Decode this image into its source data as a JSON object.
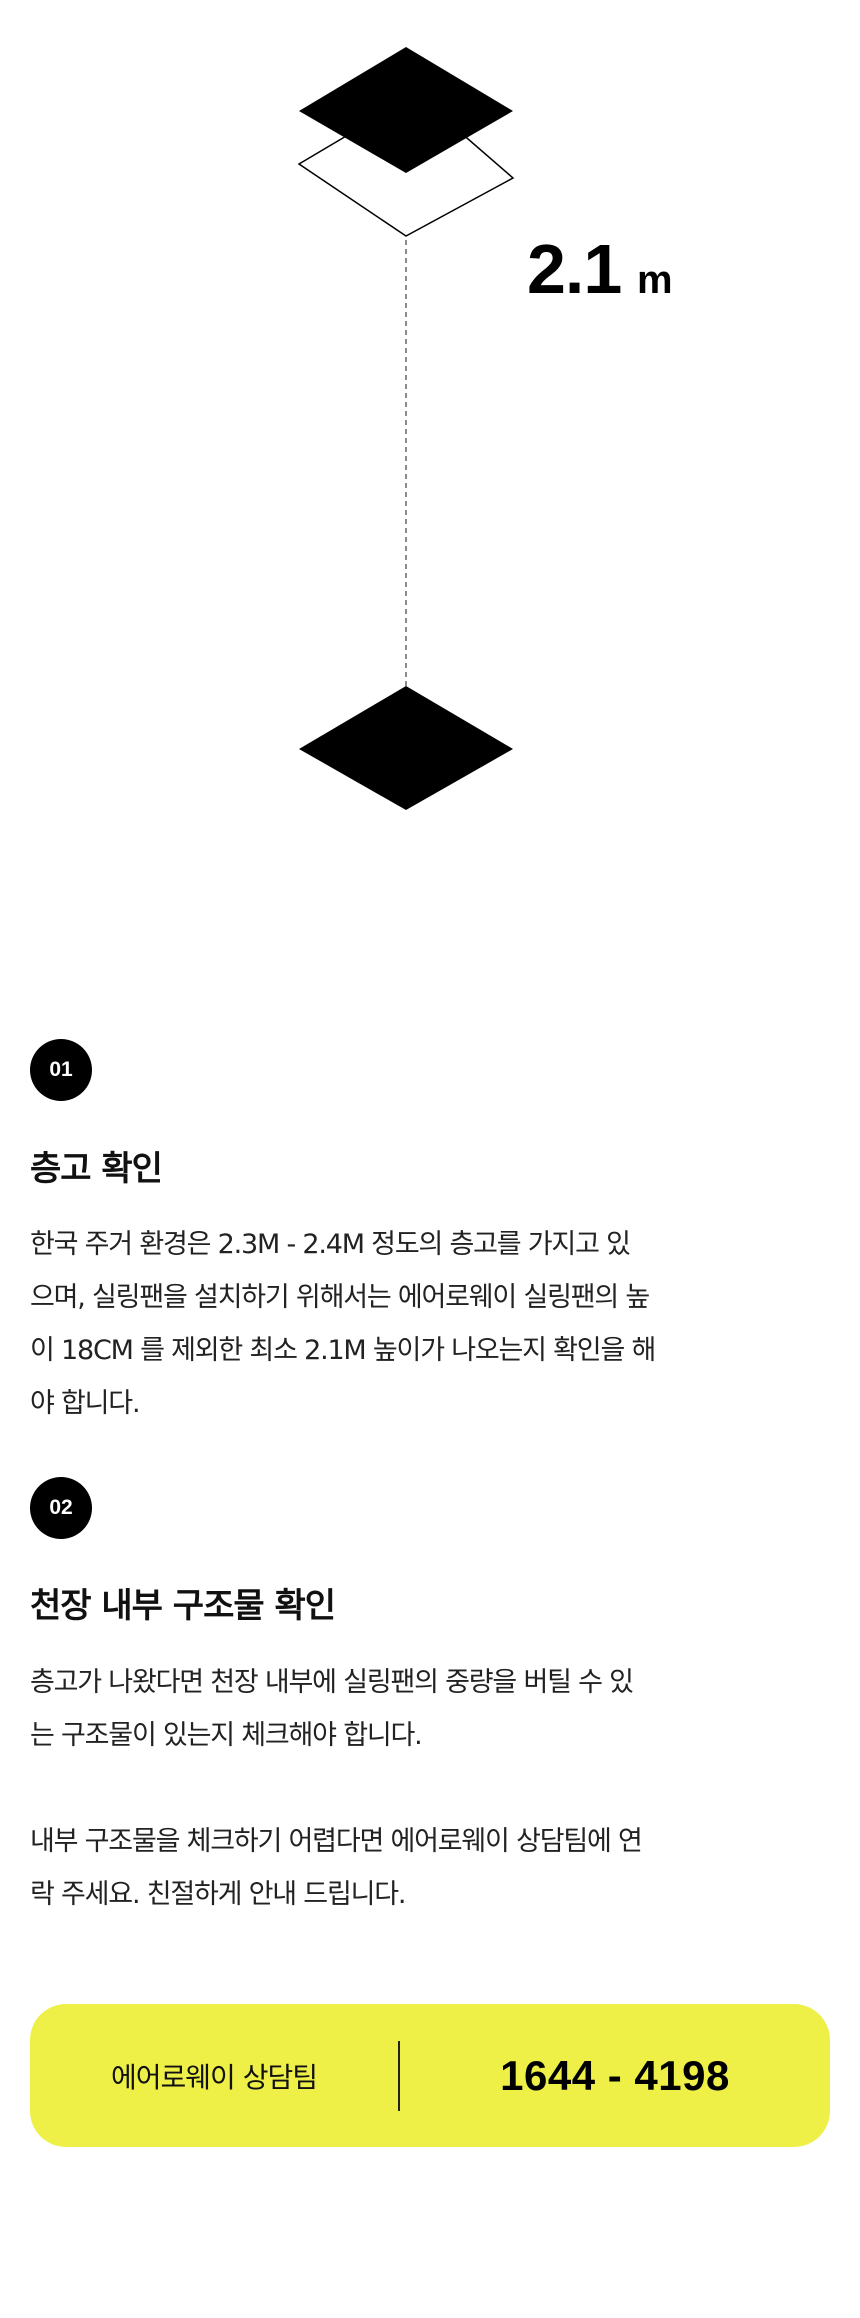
{
  "illustration": {
    "height_value": "2.1",
    "height_unit": "m"
  },
  "steps": [
    {
      "number": "01",
      "title": "층고 확인",
      "body_lines": [
        "한국 주거 환경은 2.3M - 2.4M 정도의 층고를 가지고 있",
        "으며, 실링팬을 설치하기 위해서는 에어로웨이 실링팬의 높",
        "이 18CM 를 제외한 최소 2.1M 높이가 나오는지 확인을 해",
        "야 합니다."
      ]
    },
    {
      "number": "02",
      "title": "천장 내부 구조물 확인",
      "body_lines": [
        "층고가 나왔다면 천장 내부에 실링팬의 중량을 버틸 수 있",
        "는 구조물이 있는지 체크해야 합니다."
      ],
      "body_lines_2": [
        "내부 구조물을 체크하기 어렵다면 에어로웨이 상담팀에 연",
        "락 주세요. 친절하게 안내 드립니다."
      ]
    }
  ],
  "contact": {
    "label": "에어로웨이 상담팀",
    "phone": "1644 - 4198",
    "accent_color": "#eef047"
  }
}
